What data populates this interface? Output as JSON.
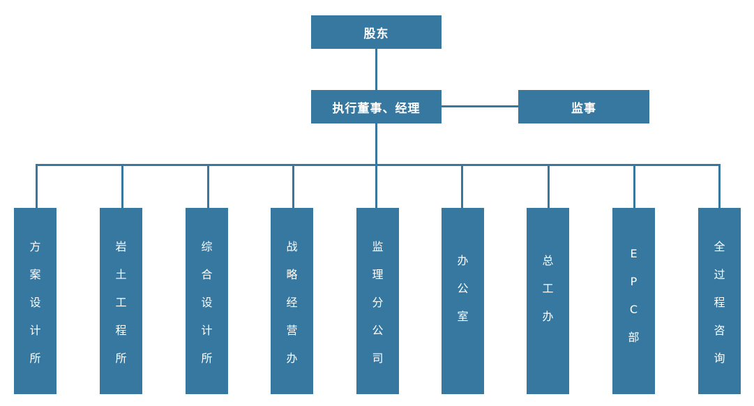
{
  "chart_data": {
    "type": "diagram",
    "title": "",
    "diagram_kind": "organization-chart",
    "orientation": "top-down",
    "accent_color": "#3778A0",
    "text_color": "#FFFFFF",
    "background_color": "#FFFFFF",
    "levels": [
      {
        "level": 1,
        "nodes": [
          "股东"
        ]
      },
      {
        "level": 2,
        "nodes": [
          "执行董事、经理",
          "监事"
        ]
      },
      {
        "level": 3,
        "nodes": [
          "方案设计所",
          "岩土工程所",
          "综合设计所",
          "战略经营办",
          "监理分公司",
          "办公室",
          "总工办",
          "EPC部",
          "全过程咨询"
        ]
      }
    ],
    "edges": [
      {
        "from": "股东",
        "to": "执行董事、经理"
      },
      {
        "from": "执行董事、经理",
        "to": "监事"
      },
      {
        "from": "执行董事、经理",
        "to": "方案设计所"
      },
      {
        "from": "执行董事、经理",
        "to": "岩土工程所"
      },
      {
        "from": "执行董事、经理",
        "to": "综合设计所"
      },
      {
        "from": "执行董事、经理",
        "to": "战略经营办"
      },
      {
        "from": "执行董事、经理",
        "to": "监理分公司"
      },
      {
        "from": "执行董事、经理",
        "to": "办公室"
      },
      {
        "from": "执行董事、经理",
        "to": "总工办"
      },
      {
        "from": "执行董事、经理",
        "to": "EPC部"
      },
      {
        "from": "执行董事、经理",
        "to": "全过程咨询"
      }
    ]
  },
  "nodes": {
    "shareholders": {
      "label": "股东"
    },
    "executive_director": {
      "label": "执行董事、经理"
    },
    "supervisor": {
      "label": "监事"
    },
    "dept1": {
      "label": "方案设计所",
      "stacked": "方\n案\n设\n计\n所"
    },
    "dept2": {
      "label": "岩土工程所",
      "stacked": "岩\n土\n工\n程\n所"
    },
    "dept3": {
      "label": "综合设计所",
      "stacked": "综\n合\n设\n计\n所"
    },
    "dept4": {
      "label": "战略经营办",
      "stacked": "战\n略\n经\n营\n办"
    },
    "dept5": {
      "label": "监理分公司",
      "stacked": "监\n理\n分\n公\n司"
    },
    "dept6": {
      "label": "办公室",
      "stacked": "办\n公\n室"
    },
    "dept7": {
      "label": "总工办",
      "stacked": "总\n工\n办"
    },
    "dept8": {
      "label": "EPC部",
      "stacked": "E\nP\nC\n部"
    },
    "dept9": {
      "label": "全过程咨询",
      "stacked": "全\n过\n程\n咨\n询"
    }
  }
}
